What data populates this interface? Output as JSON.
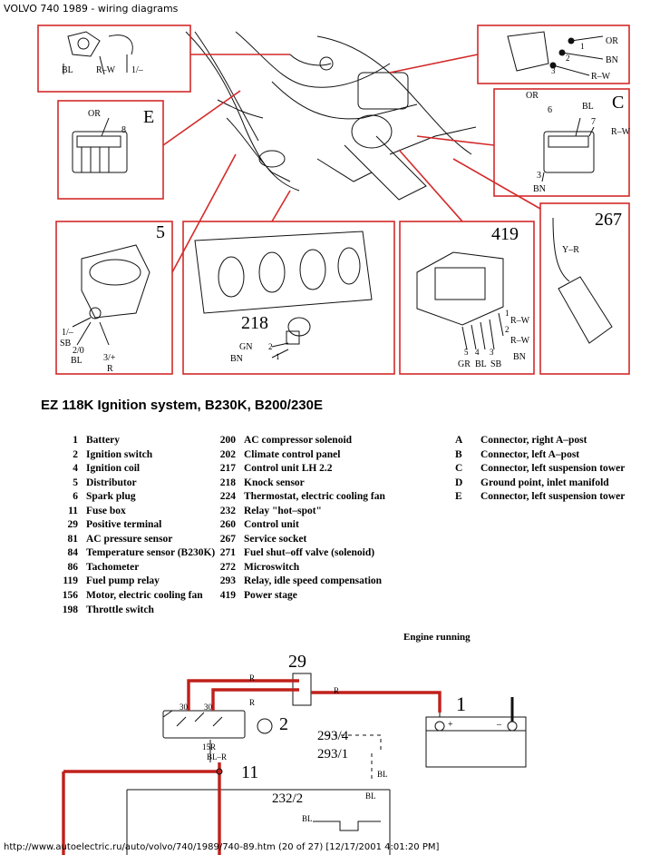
{
  "header": {
    "doc_title": "VOLVO 740 1989 - wiring diagrams"
  },
  "footer": {
    "source_line": "http://www.autoelectric.ru/auto/volvo/740/1989/740-89.htm (20 of 27) [12/17/2001 4:01:20 PM]"
  },
  "diagram": {
    "title": "EZ 118K Ignition system, B230K, B200/230E",
    "state_label": "Engine running",
    "panel_labels": {
      "E": "E",
      "C": "C",
      "p5": "5",
      "p218": "218",
      "p419": "419",
      "p267": "267",
      "p29": "29",
      "p1": "1",
      "p2": "2",
      "p11": "11",
      "p293_4": "293/4",
      "p293_1": "293/1",
      "p232_2": "232/2"
    },
    "wire_labels": {
      "BL": "BL",
      "R_W": "R–W",
      "one_minus": "1/–",
      "OR": "OR",
      "BN": "BN",
      "eight": "8",
      "six": "6",
      "seven": "7",
      "three": "3",
      "one": "1",
      "two": "2",
      "four": "4",
      "five": "5",
      "SB": "SB",
      "two_zero": "2/0",
      "three_plus": "3/+",
      "R": "R",
      "GN": "GN",
      "GR": "GR",
      "Y_R": "Y–R",
      "thirty": "30",
      "fifteen_R": "15R",
      "BL_R": "BL–R",
      "plus": "+",
      "minus": "–"
    },
    "legend_col1": [
      {
        "num": "1",
        "label": "Battery"
      },
      {
        "num": "2",
        "label": "Ignition switch"
      },
      {
        "num": "4",
        "label": "Ignition coil"
      },
      {
        "num": "5",
        "label": "Distributor"
      },
      {
        "num": "6",
        "label": "Spark plug"
      },
      {
        "num": "11",
        "label": "Fuse box"
      },
      {
        "num": "29",
        "label": "Positive terminal"
      },
      {
        "num": "81",
        "label": "AC pressure sensor"
      },
      {
        "num": "84",
        "label": "Temperature sensor (B230K)"
      },
      {
        "num": "86",
        "label": "Tachometer"
      },
      {
        "num": "119",
        "label": "Fuel pump relay"
      },
      {
        "num": "156",
        "label": "Motor, electric cooling fan"
      },
      {
        "num": "198",
        "label": "Throttle switch"
      }
    ],
    "legend_col2": [
      {
        "num": "200",
        "label": "AC compressor solenoid"
      },
      {
        "num": "202",
        "label": "Climate control panel"
      },
      {
        "num": "217",
        "label": "Control unit LH 2.2"
      },
      {
        "num": "218",
        "label": "Knock sensor"
      },
      {
        "num": "224",
        "label": "Thermostat, electric cooling fan"
      },
      {
        "num": "232",
        "label": "Relay \"hot–spot\""
      },
      {
        "num": "260",
        "label": "Control unit"
      },
      {
        "num": "267",
        "label": "Service socket"
      },
      {
        "num": "271",
        "label": "Fuel shut–off valve (solenoid)"
      },
      {
        "num": "272",
        "label": "Microswitch"
      },
      {
        "num": "293",
        "label": "Relay, idle speed compensation"
      },
      {
        "num": "419",
        "label": "Power stage"
      }
    ],
    "legend_col3": [
      {
        "num": "A",
        "label": "Connector, right A–post"
      },
      {
        "num": "B",
        "label": "Connector, left A–post"
      },
      {
        "num": "C",
        "label": "Connector, left suspension tower"
      },
      {
        "num": "D",
        "label": "Ground point, inlet manifold"
      },
      {
        "num": "E",
        "label": "Connector, left suspension tower"
      }
    ],
    "colors": {
      "frame_red": "#d42a2a",
      "ink": "#111111"
    }
  }
}
